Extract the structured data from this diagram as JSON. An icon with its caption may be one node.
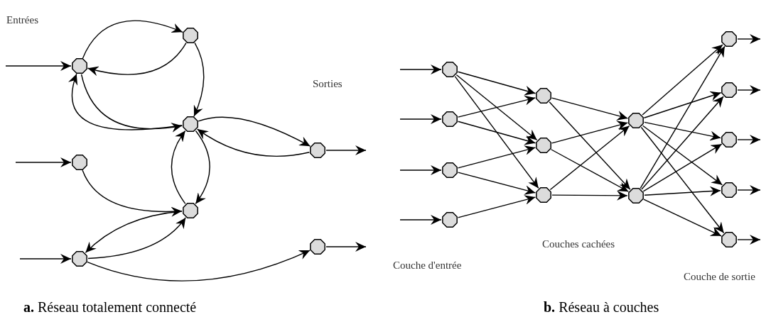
{
  "diagram": {
    "nodes": [
      {
        "text": [],
        "shape": "octagon"
      },
      {
        "text": [],
        "shape": "octagon"
      },
      {
        "text": [],
        "shape": "octagon"
      },
      {
        "text": [],
        "shape": "octagon"
      },
      {
        "text": [],
        "shape": "octagon"
      },
      {
        "text": [],
        "shape": "octagon"
      },
      {
        "text": [],
        "shape": "octagon"
      },
      {
        "text": [],
        "shape": "octagon"
      },
      {
        "text": [],
        "shape": "octagon"
      },
      {
        "text": [],
        "shape": "octagon"
      },
      {
        "text": [],
        "shape": "octagon"
      },
      {
        "text": [],
        "shape": "octagon"
      },
      {
        "text": [],
        "shape": "octagon"
      },
      {
        "text": [],
        "shape": "octagon"
      },
      {
        "text": [],
        "shape": "octagon"
      },
      {
        "text": [],
        "shape": "octagon"
      },
      {
        "text": [],
        "shape": "octagon"
      },
      {
        "text": [],
        "shape": "octagon"
      },
      {
        "text": [],
        "shape": "octagon"
      },
      {
        "text": [],
        "shape": "octagon"
      },
      {
        "text": [],
        "shape": "octagon"
      },
      {
        "text": [],
        "shape": "octagon"
      }
    ],
    "edges": [
      {
        "from": null,
        "to": 0,
        "arrow": "to"
      },
      {
        "from": 0,
        "to": 1,
        "arrow": "to"
      },
      {
        "from": 1,
        "to": 0,
        "arrow": "to"
      },
      {
        "from": 1,
        "to": 2,
        "arrow": "to"
      },
      {
        "from": 0,
        "to": 2,
        "arrow": "to"
      },
      {
        "from": 2,
        "to": 0,
        "arrow": "to"
      },
      {
        "from": 2,
        "to": 3,
        "arrow": "to"
      },
      {
        "from": 3,
        "to": 2,
        "arrow": "to"
      },
      {
        "from": 2,
        "to": 5,
        "arrow": "to"
      },
      {
        "from": 5,
        "to": 2,
        "arrow": "to"
      },
      {
        "from": null,
        "to": 4,
        "arrow": "to"
      },
      {
        "from": 4,
        "to": 5,
        "arrow": "to"
      },
      {
        "from": null,
        "to": 7,
        "arrow": "to"
      },
      {
        "from": 5,
        "to": 7,
        "arrow": "to"
      },
      {
        "from": 7,
        "to": 5,
        "arrow": "to"
      },
      {
        "from": 7,
        "to": 6,
        "arrow": "to"
      },
      {
        "from": 3,
        "to": null,
        "arrow": "to"
      },
      {
        "from": 6,
        "to": null,
        "arrow": "to"
      },
      {
        "from": null,
        "to": 8,
        "arrow": "to"
      },
      {
        "from": null,
        "to": 9,
        "arrow": "to"
      },
      {
        "from": null,
        "to": 10,
        "arrow": "to"
      },
      {
        "from": null,
        "to": 11,
        "arrow": "to"
      },
      {
        "from": 8,
        "to": 12,
        "arrow": "to"
      },
      {
        "from": 8,
        "to": 13,
        "arrow": "to"
      },
      {
        "from": 8,
        "to": 14,
        "arrow": "to"
      },
      {
        "from": 9,
        "to": 12,
        "arrow": "to"
      },
      {
        "from": 9,
        "to": 13,
        "arrow": "to"
      },
      {
        "from": 10,
        "to": 13,
        "arrow": "to"
      },
      {
        "from": 10,
        "to": 14,
        "arrow": "to"
      },
      {
        "from": 11,
        "to": 14,
        "arrow": "to"
      },
      {
        "from": 12,
        "to": 15,
        "arrow": "to"
      },
      {
        "from": 12,
        "to": 16,
        "arrow": "to"
      },
      {
        "from": 13,
        "to": 15,
        "arrow": "to"
      },
      {
        "from": 13,
        "to": 16,
        "arrow": "to"
      },
      {
        "from": 14,
        "to": 15,
        "arrow": "to"
      },
      {
        "from": 14,
        "to": 16,
        "arrow": "to"
      },
      {
        "from": 15,
        "to": 17,
        "arrow": "to"
      },
      {
        "from": 15,
        "to": 18,
        "arrow": "to"
      },
      {
        "from": 15,
        "to": 19,
        "arrow": "to"
      },
      {
        "from": 15,
        "to": 20,
        "arrow": "to"
      },
      {
        "from": 15,
        "to": 21,
        "arrow": "to"
      },
      {
        "from": 16,
        "to": 17,
        "arrow": "to"
      },
      {
        "from": 16,
        "to": 18,
        "arrow": "to"
      },
      {
        "from": 16,
        "to": 19,
        "arrow": "to"
      },
      {
        "from": 16,
        "to": 20,
        "arrow": "to"
      },
      {
        "from": 16,
        "to": 21,
        "arrow": "to"
      },
      {
        "from": 17,
        "to": null,
        "arrow": "to"
      },
      {
        "from": 18,
        "to": null,
        "arrow": "to"
      },
      {
        "from": 19,
        "to": null,
        "arrow": "to"
      },
      {
        "from": 20,
        "to": null,
        "arrow": "to"
      },
      {
        "from": 21,
        "to": null,
        "arrow": "to"
      }
    ],
    "labels": [
      "Entrées",
      "Sorties",
      "Couche d'entrée",
      "Couches cachées",
      "Couche de sortie",
      "**a.** Réseau totalement connecté",
      "**b.** Réseau à couches"
    ]
  }
}
